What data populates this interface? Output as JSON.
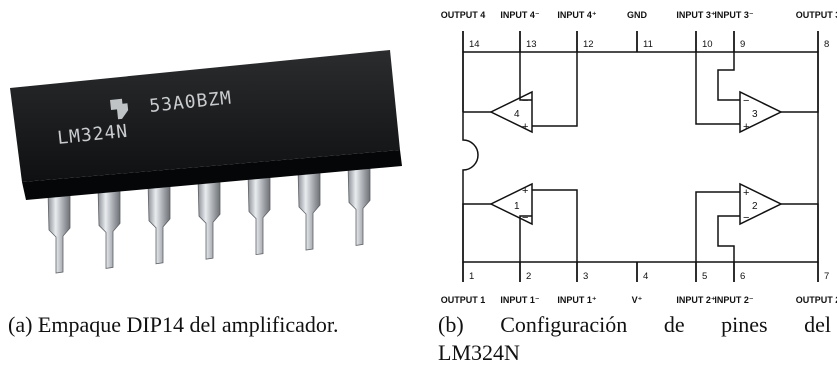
{
  "photo": {
    "chip_marking_line1": "53A0BZM",
    "chip_marking_line2": "LM324N",
    "pin_count": 7
  },
  "pinout": {
    "top_labels": [
      "OUTPUT 4",
      "INPUT 4⁻",
      "INPUT 4⁺",
      "GND",
      "INPUT 3⁺",
      "INPUT 3⁻",
      "OUTPUT 3"
    ],
    "top_pins": [
      "14",
      "13",
      "12",
      "11",
      "10",
      "9",
      "8"
    ],
    "bottom_labels": [
      "OUTPUT 1",
      "INPUT 1⁻",
      "INPUT 1⁺",
      "V⁺",
      "INPUT 2⁺",
      "INPUT 2⁻",
      "OUTPUT 2"
    ],
    "bottom_pins": [
      "1",
      "2",
      "3",
      "4",
      "5",
      "6",
      "7"
    ],
    "amplifiers": [
      "4",
      "3",
      "1",
      "2"
    ],
    "signs": {
      "plus": "+",
      "minus": "−"
    }
  },
  "captions": {
    "a": "(a) Empaque DIP14 del amplificador.",
    "b_words": [
      "(b)",
      "Configuración",
      "de",
      "pines",
      "del"
    ],
    "b_line2": "LM324N"
  }
}
